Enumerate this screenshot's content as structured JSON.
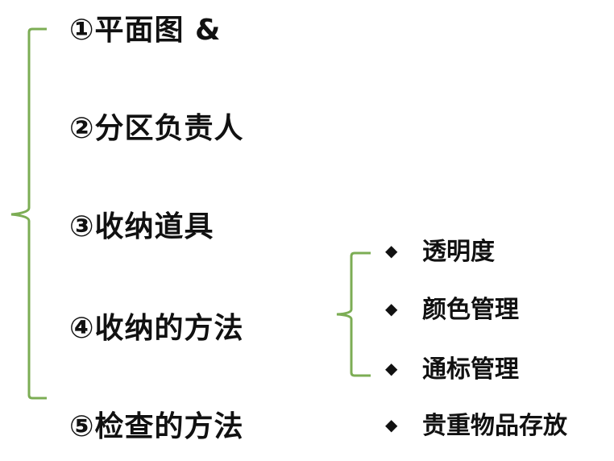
{
  "main_items": [
    "①平面图 &",
    "②分区负责人",
    "③收纳道具",
    "④收纳的方法",
    "⑤检查的方法"
  ],
  "sub_items": [
    "透明度",
    "颜色管理",
    "通标管理",
    "贵重物品存放"
  ],
  "bullet_symbol": "◆",
  "colors": {
    "bracket": "#7cad54",
    "text": "#111111",
    "background": "#ffffff"
  }
}
